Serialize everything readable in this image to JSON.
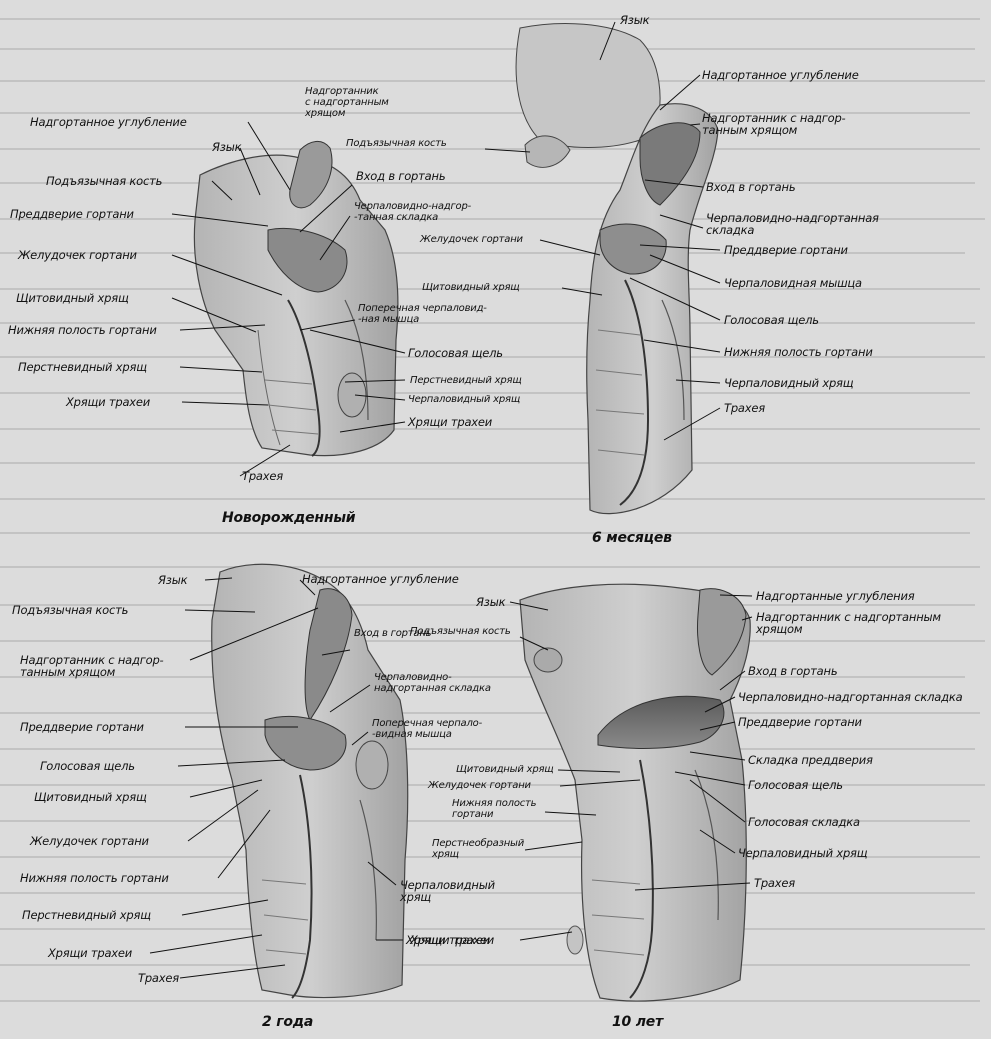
{
  "panels": {
    "newborn": {
      "caption": "Новорожденный",
      "labels": {
        "epiglottic_fossa": "Надгортанное углубление",
        "epiglottis": "Надгортанник\nс надгортанным\nхрящом",
        "tongue": "Язык",
        "hyoid": "Подъязычная кость",
        "entrance": "Вход в гортань",
        "vestibule": "Преддверие гортани",
        "aryepiglottic_fold": "Черпаловидно-надгор-\n-танная складка",
        "ventricle": "Желудочек гортани",
        "thyroid": "Щитовидный хрящ",
        "transverse_muscle": "Поперечная черпаловид-\n-ная мышца",
        "lower_cavity": "Нижняя полость гортани",
        "glottis": "Голосовая щель",
        "cricoid_left": "Перстневидный хрящ",
        "cricoid_right": "Перстневидный хрящ",
        "tracheal_rings": "Хрящи трахеи",
        "arytenoid": "Черпаловидный хрящ",
        "tracheal_rings_right": "Хрящи трахеи",
        "trachea": "Трахея"
      }
    },
    "six_months": {
      "caption": "6 месяцев",
      "labels": {
        "tongue": "Язык",
        "epiglottic_fossa": "Надгортанное углубление",
        "epiglottis": "Надгортанник с надгор-\nтанным хрящом",
        "hyoid": "Подъязычная кость",
        "entrance": "Вход в гортань",
        "aryepiglottic_fold": "Черпаловидно-надгортанная\nскладка",
        "ventricle": "Желудочек гортани",
        "vestibule": "Преддверие гортани",
        "thyroid": "Щитовидный хрящ",
        "arytenoid_muscle": "Черпаловидная мышца",
        "glottis": "Голосовая щель",
        "lower_cavity": "Нижняя полость гортани",
        "arytenoid": "Черпаловидный хрящ",
        "trachea": "Трахея"
      }
    },
    "two_years": {
      "caption": "2 года",
      "labels": {
        "tongue": "Язык",
        "epiglottic_fossa": "Надгортанное углубление",
        "hyoid": "Подъязычная кость",
        "entrance": "Вход в гортань",
        "epiglottis": "Надгортанник с надгор-\nтанным хрящом",
        "aryepiglottic_fold": "Черпаловидно-\nнадгортанная складка",
        "transverse_muscle": "Поперечная черпало-\n-видная мышца",
        "vestibule": "Преддверие гортани",
        "glottis": "Голосовая щель",
        "thyroid": "Щитовидный хрящ",
        "ventricle": "Желудочек гортани",
        "lower_cavity": "Нижняя полость гортани",
        "arytenoid": "Черпаловидный\nхрящ",
        "cricoid": "Перстневидный хрящ",
        "tracheal_rings_right": "Хрящи трахеи",
        "tracheal_rings": "Хрящи трахеи",
        "trachea": "Трахея"
      }
    },
    "ten_years": {
      "caption": "10 лет",
      "labels": {
        "tongue": "Язык",
        "epiglottic_fossae": "Надгортанные углубления",
        "epiglottis": "Надгортанник с надгортанным\nхрящом",
        "hyoid": "Подъязычная кость",
        "entrance": "Вход в гортань",
        "aryepiglottic_fold": "Черпаловидно-надгортанная складка",
        "vestibule": "Преддверие гортани",
        "vestibular_fold": "Складка преддверия",
        "thyroid": "Щитовидный хрящ",
        "ventricle": "Желудочек гортани",
        "glottis": "Голосовая щель",
        "lower_cavity": "Нижняя полость\nгортани",
        "vocal_fold": "Голосовая складка",
        "cricoid": "Перстнеобразный\nхрящ",
        "arytenoid": "Черпаловидный хрящ",
        "trachea": "Трахея",
        "tracheal_rings": "Хрящи трахеи"
      }
    }
  },
  "colors": {
    "ink": "#111111",
    "paper": "#dcdcdc",
    "tissue_light": "#c2c2c2",
    "tissue_mid": "#a6a6a6",
    "tissue_dark": "#6e6e6e"
  }
}
